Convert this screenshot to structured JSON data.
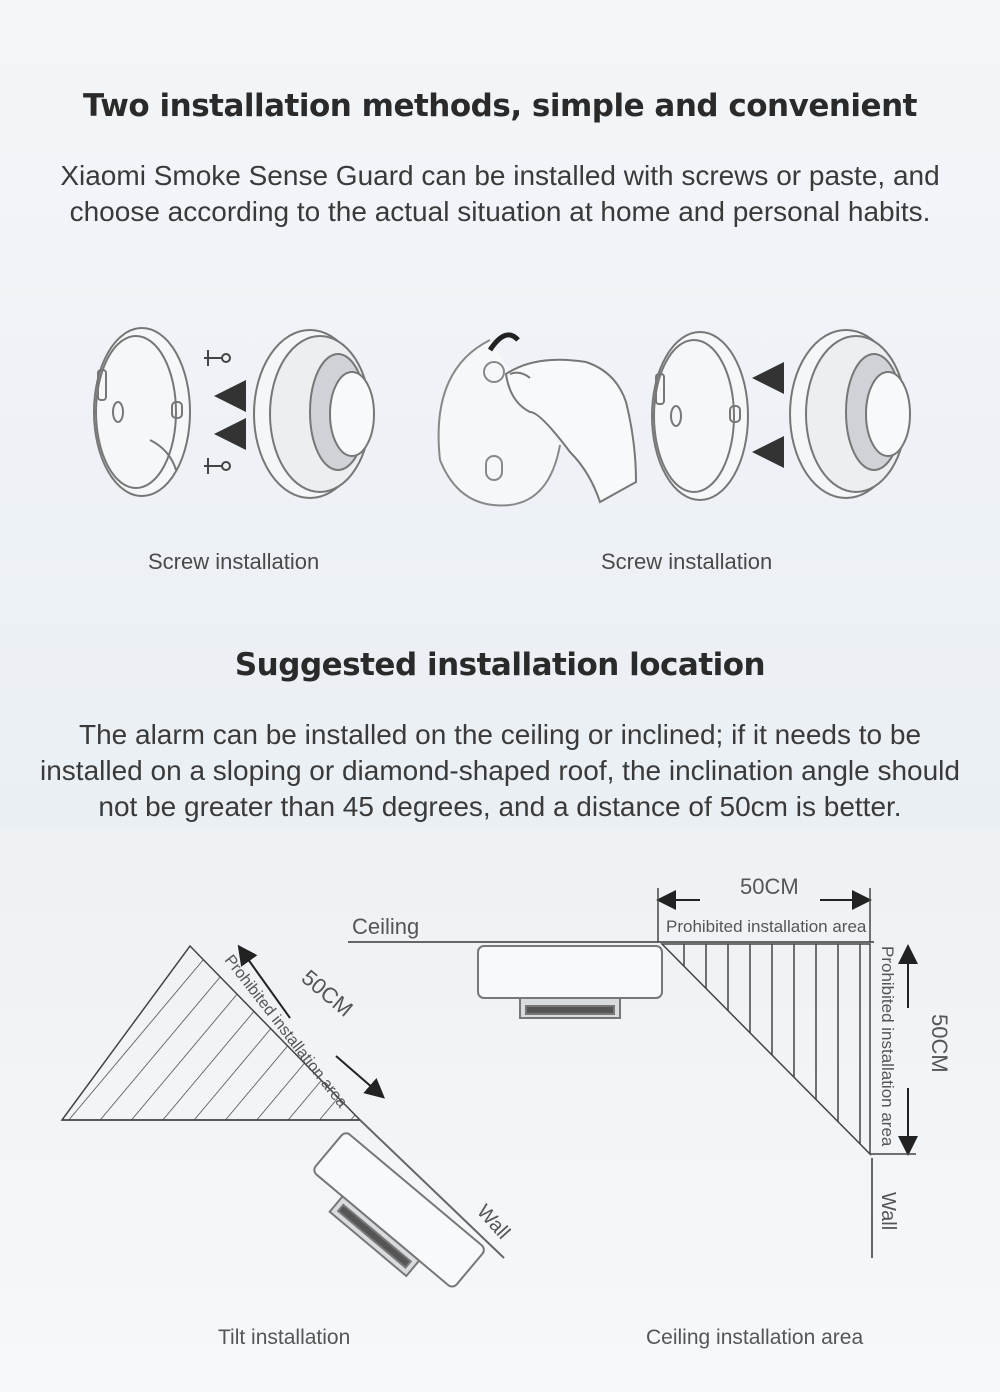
{
  "section1": {
    "title": "Two installation methods, simple and convenient",
    "description": "Xiaomi Smoke Sense Guard can be installed with screws or paste, and choose according to the actual situation at home and personal habits.",
    "figure_left_caption": "Screw installation",
    "figure_right_caption": "Screw installation"
  },
  "section2": {
    "title": "Suggested installation location",
    "description": "The alarm can be installed on the ceiling or inclined; if it needs to be installed on a sloping or diamond-shaped roof, the inclination angle should not be greater than 45 degrees, and a distance of 50cm is better.",
    "diagram": {
      "ceiling_label": "Ceiling",
      "tilt_distance_label": "50CM",
      "tilt_prohibited_label": "Prohibited installation area",
      "wall_label_left": "Wall",
      "top_distance_label": "50CM",
      "top_prohibited_label": "Prohibited installation area",
      "side_prohibited_label": "Prohibited installation area",
      "side_distance_label": "50CM",
      "wall_label_right": "Wall",
      "tilt_caption": "Tilt installation",
      "ceiling_caption": "Ceiling installation area"
    }
  }
}
